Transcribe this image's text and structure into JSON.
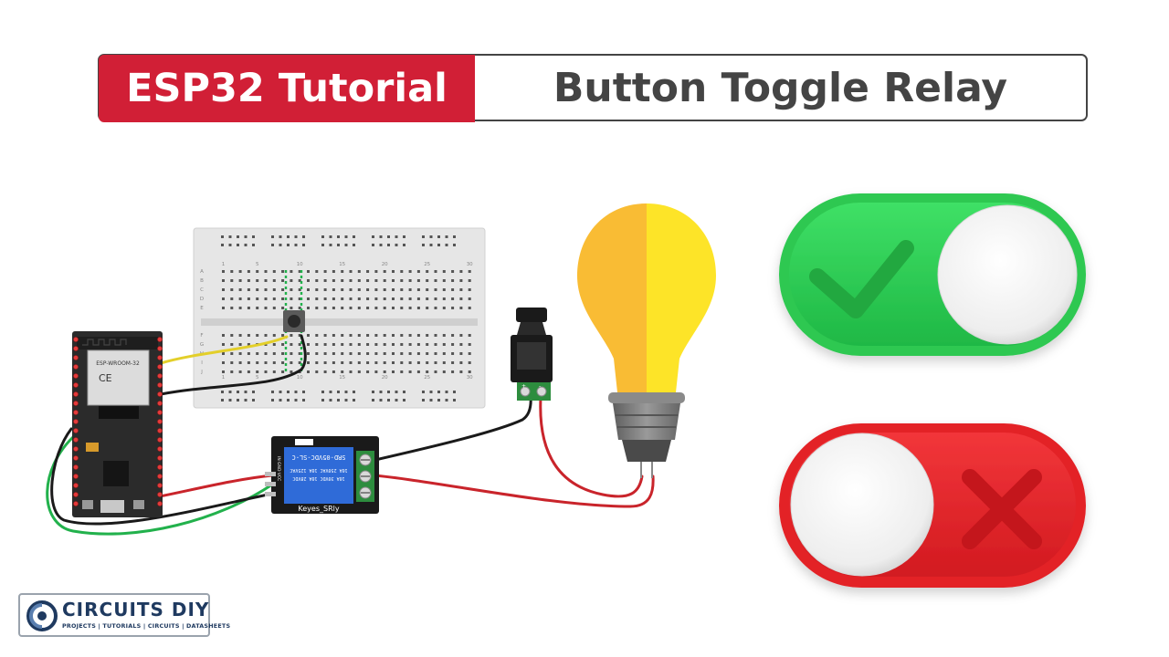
{
  "banner": {
    "left_text": "ESP32 Tutorial",
    "right_text": "Button Toggle Relay",
    "accent_color": "#d11f36"
  },
  "breadboard": {
    "column_numbers": [
      "1",
      "5",
      "10",
      "15",
      "20",
      "25",
      "30"
    ],
    "row_letters_top": [
      "A",
      "B",
      "C",
      "D",
      "E"
    ],
    "row_letters_bottom": [
      "F",
      "G",
      "H",
      "I",
      "J"
    ]
  },
  "relay_module": {
    "relay_label": "SRD-05VDC-SL-C",
    "rating_line1": "10A 250VAC  10A 125VAC",
    "rating_line2": "10A 30VDC   10A 28VDC",
    "board_label": "Keyes_SRly",
    "side_label": "IN  GND  VCC"
  },
  "esp32_board": {
    "module_label": "ESP-WROOM-32"
  },
  "toggles": {
    "on_color": "#2ecc54",
    "off_color": "#e8262d",
    "on_icon": "check-icon",
    "off_icon": "cross-icon"
  },
  "bulb": {
    "glass_colors": [
      "#f9bc34",
      "#fde428"
    ],
    "base_color": "#7d7d7d"
  },
  "logo": {
    "name": "CIRCUITS DIY",
    "tagline": "PROJECTS | TUTORIALS | CIRCUITS | DATASHEETS"
  }
}
